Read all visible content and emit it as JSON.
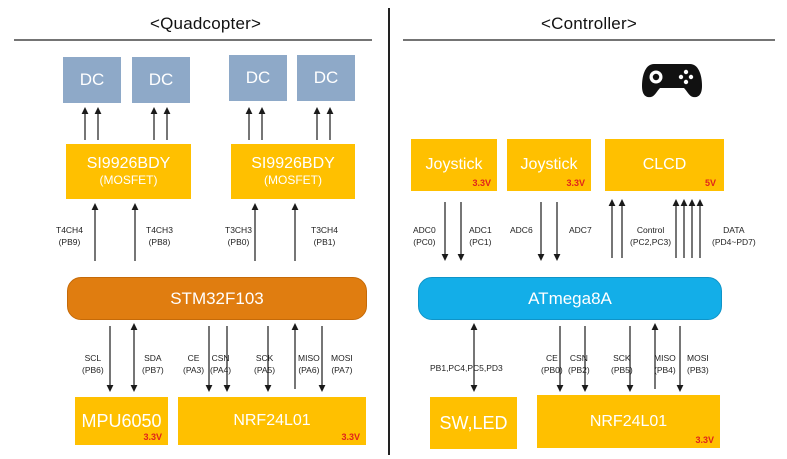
{
  "quad": {
    "title": "<Quadcopter>",
    "dc_label": "DC",
    "mosfet_left": {
      "name": "SI9926BDY",
      "sub": "(MOSFET)"
    },
    "mosfet_right": {
      "name": "SI9926BDY",
      "sub": "(MOSFET)"
    },
    "mcu": "STM32F103",
    "imu": {
      "name": "MPU6050",
      "volt": "3.3V"
    },
    "radio": {
      "name": "NRF24L01",
      "volt": "3.3V"
    },
    "pwm_signals": [
      "T4CH4\n(PB9)",
      "T4CH3\n(PB8)",
      "T3CH3\n(PB0)",
      "T3CH4\n(PB1)"
    ],
    "i2c_signals": [
      "SCL\n(PB6)",
      "SDA\n(PB7)"
    ],
    "spi_signals": [
      "CE\n(PA3)",
      "CSN\n(PA4)",
      "SCK\n(PA5)",
      "MISO\n(PA6)",
      "MOSI\n(PA7)"
    ]
  },
  "ctrl": {
    "title": "<Controller>",
    "joystick1": {
      "name": "Joystick",
      "volt": "3.3V"
    },
    "joystick2": {
      "name": "Joystick",
      "volt": "3.3V"
    },
    "clcd": {
      "name": "CLCD",
      "volt": "5V"
    },
    "mcu": "ATmega8A",
    "swled": {
      "name": "SW,LED"
    },
    "radio": {
      "name": "NRF24L01",
      "volt": "3.3V"
    },
    "adc_signals": [
      "ADC0\n(PC0)",
      "ADC1\n(PC1)",
      "ADC6",
      "ADC7"
    ],
    "lcd_signals": [
      "Control\n(PC2,PC3)",
      "DATA\n(PD4~PD7)"
    ],
    "io_signal": "PB1,PC4,PC5,PD3",
    "spi_signals": [
      "CE\n(PB0)",
      "CSN\n(PB2)",
      "SCK\n(PB5)",
      "MISO\n(PB4)",
      "MOSI\n(PB3)"
    ]
  },
  "colors": {
    "dc_box": "#8ea9c8",
    "module_box": "#ffc000",
    "stm32_bar": "#e07d10",
    "atmega_bar": "#13aee8",
    "voltage_text": "#e0241b"
  },
  "icons": {
    "controller": "gamepad-icon"
  }
}
